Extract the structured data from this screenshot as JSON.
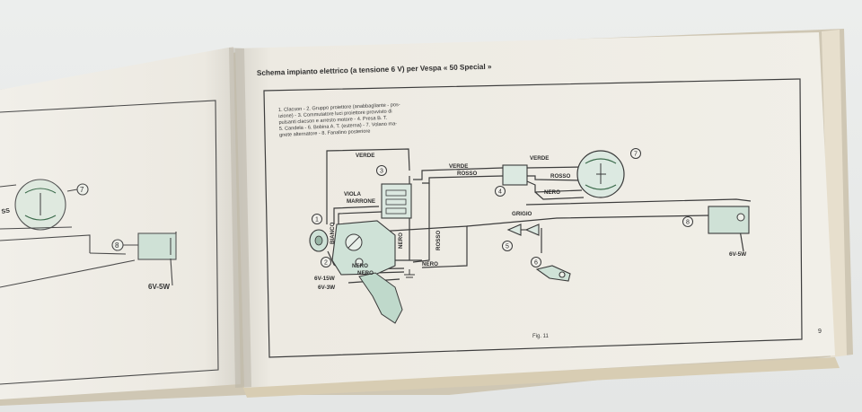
{
  "page": {
    "title": "Schema impianto elettrico (a tensione 6 V) per Vespa « 50 Special »",
    "legend_lines": [
      "1. Clacson - 2. Gruppo proiettore (anabbagliante - pos-",
      "izione) - 3. Commutatore luci proiettore provvisto di",
      "pulsanti clacson e arresto motore - 4. Presa B. T.",
      "5. Candela - 6. Bobina A. T. (esterna) - 7. Volano ma-",
      "gnete alternatore - 8. Fanalino posteriore"
    ],
    "figure_caption": "Fig. 11",
    "page_number": "9"
  },
  "wire_labels": {
    "verde_top": "VERDE",
    "verde_mid": "VERDE",
    "verde_right": "VERDE",
    "rosso_mid": "ROSSO",
    "rosso_right": "ROSSO",
    "rosso_vertical": "ROSSO",
    "nero_right": "NERO",
    "nero_vertical": "NERO",
    "nero_bottom1": "NERO",
    "nero_bottom2": "NERO",
    "nero_bottom3": "NERO",
    "viola": "VIOLA",
    "marrone": "MARRONE",
    "bianco": "BIANCO",
    "grigio": "GRIGIO"
  },
  "ratings": {
    "headlamp": "6V-15W",
    "position": "6V-3W",
    "tail": "6V-5W",
    "tail_left": "6V-5W"
  },
  "callouts": [
    "1",
    "2",
    "3",
    "4",
    "5",
    "6",
    "7",
    "8"
  ],
  "left_page": {
    "callout_7": "7",
    "callout_8": "8"
  }
}
